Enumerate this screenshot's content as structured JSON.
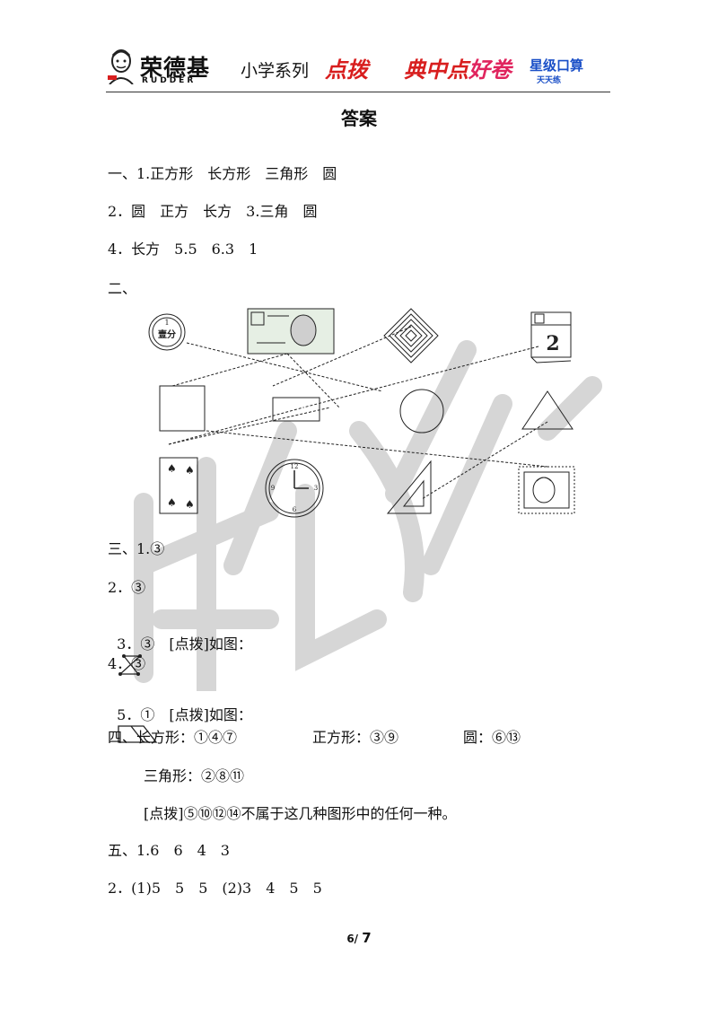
{
  "header": {
    "brand": "荣德基",
    "brand_sub": "RUDDER",
    "series": "小学系列",
    "tags": [
      "点拨",
      "典中点",
      "好卷",
      "星级口算"
    ],
    "tag_sub": "天天练"
  },
  "title": "答案",
  "lines": {
    "s1_1": "一、1.正方形　长方形　三角形　圆",
    "s1_2": "2．圆　正方　长方　3.三角　圆",
    "s1_3": "4．长方　5.5　6.3　1",
    "s2": "二、",
    "s3_1": "三、1.③",
    "s3_2": "2．③",
    "s3_3": "3．③　[点拨]如图：",
    "s3_4": "4．③",
    "s3_5": "5．①　[点拨]如图：",
    "s4_1a": "四、长方形：①④⑦",
    "s4_1b": "正方形：③⑨",
    "s4_1c": "圆：⑥⑬",
    "s4_2": "三角形：②⑧⑪",
    "s4_3": "[点拨]⑤⑩⑫⑭不属于这几种图形中的任何一种。",
    "s5_1": "五、1.6　6　4　3",
    "s5_2": "2．(1)5　5　5　(2)3　4　5　5"
  },
  "figure": {
    "coin_text": "壹分",
    "coin_num": "1",
    "calendar_num": "2",
    "clock_numbers": [
      "12",
      "3",
      "6",
      "9"
    ]
  },
  "watermark": "荣德",
  "page": {
    "current": "6/",
    "total": "7"
  },
  "colors": {
    "red": "#d81e1e",
    "blue": "#1a4fc7",
    "watermark": "#d9d9d9"
  }
}
